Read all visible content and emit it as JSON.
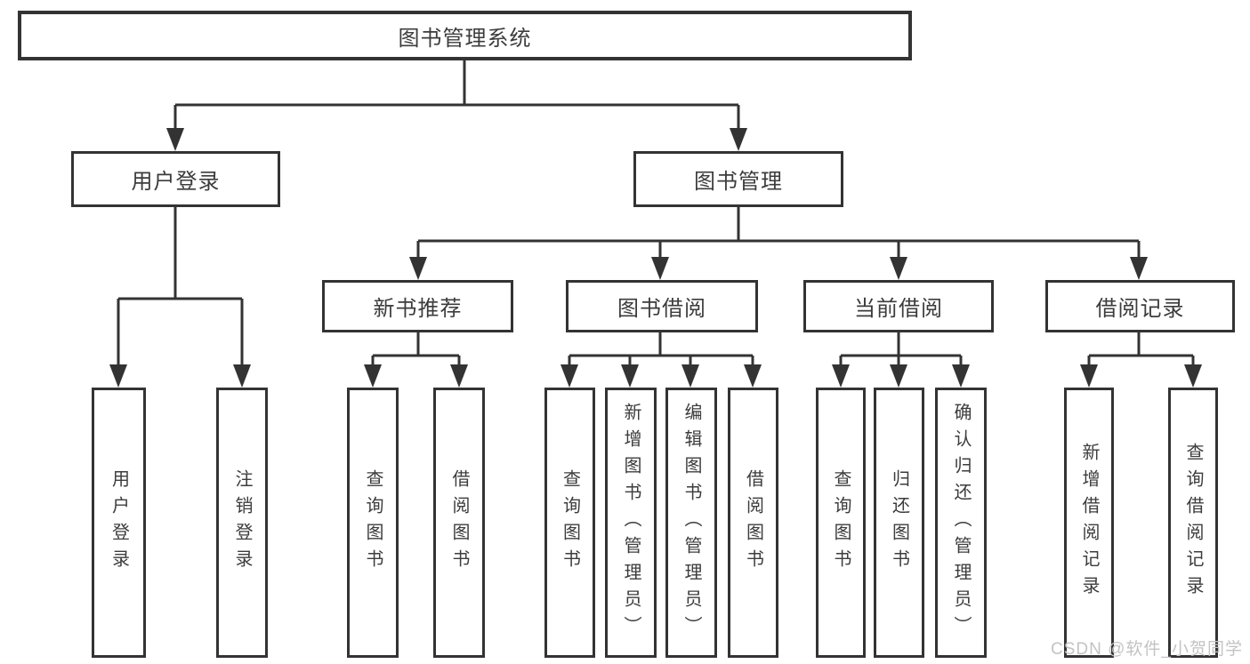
{
  "diagram": {
    "root": {
      "label": "图书管理系统",
      "children": [
        {
          "label": "用户登录",
          "children": [
            {
              "label": "用户登录"
            },
            {
              "label": "注销登录"
            }
          ]
        },
        {
          "label": "图书管理",
          "children": [
            {
              "label": "新书推荐",
              "children": [
                {
                  "label": "查询图书"
                },
                {
                  "label": "借阅图书"
                }
              ]
            },
            {
              "label": "图书借阅",
              "children": [
                {
                  "label": "查询图书"
                },
                {
                  "label": "新增图书（管理员）"
                },
                {
                  "label": "编辑图书（管理员）"
                },
                {
                  "label": "借阅图书"
                }
              ]
            },
            {
              "label": "当前借阅",
              "children": [
                {
                  "label": "查询图书"
                },
                {
                  "label": "归还图书"
                },
                {
                  "label": "确认归还（管理员）"
                }
              ]
            },
            {
              "label": "借阅记录",
              "children": [
                {
                  "label": "新增借阅记录"
                },
                {
                  "label": "查询借阅记录"
                }
              ]
            }
          ]
        }
      ]
    }
  },
  "watermark": {
    "text": "CSDN @软件_小贺同学"
  },
  "colors": {
    "line": "#333333",
    "box_border": "#333333",
    "box_background": "#ffffff",
    "text": "#3c3c3c",
    "watermark": "#c3c3c3",
    "page_background": "#ffffff"
  }
}
